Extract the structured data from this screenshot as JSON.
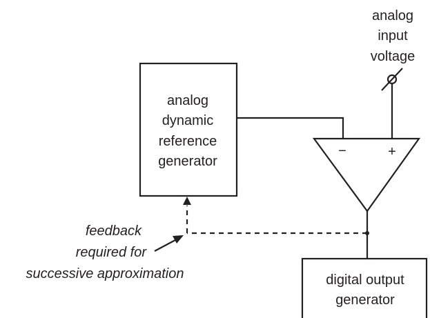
{
  "input_label": [
    "analog",
    "input",
    "voltage"
  ],
  "reference_block": [
    "analog",
    "dynamic",
    "reference",
    "generator"
  ],
  "output_block": [
    "digital output",
    "generator"
  ],
  "comparator": {
    "minus": "−",
    "plus": "+"
  },
  "feedback_note": [
    "feedback",
    "required for",
    "successive approximation"
  ],
  "colors": {
    "line": "#231f20",
    "background": "#ffffff"
  }
}
